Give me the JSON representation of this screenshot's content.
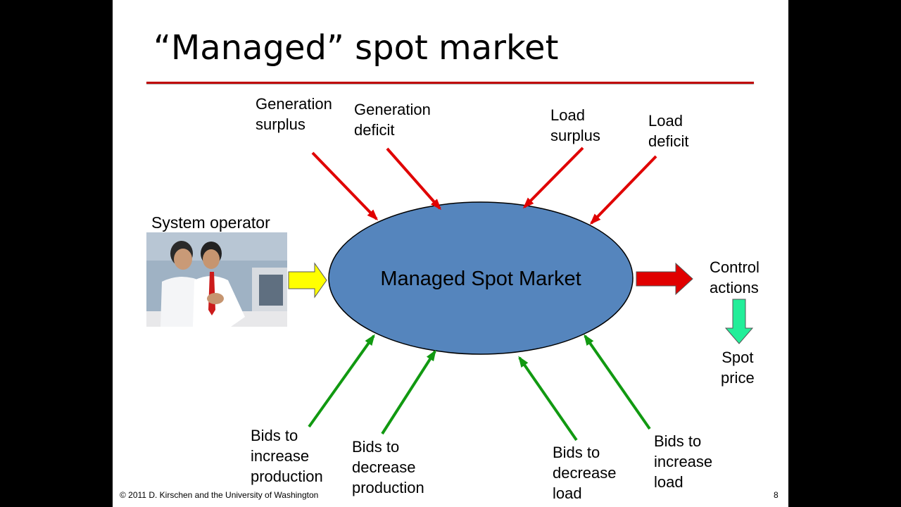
{
  "slide": {
    "title": "“Managed” spot market",
    "footer": "© 2011 D. Kirschen and the University of Washington",
    "page_number": "8"
  },
  "diagram": {
    "center_label": "Managed Spot Market",
    "operator_label": "System operator",
    "top_inputs": [
      {
        "line1": "Generation",
        "line2": "surplus"
      },
      {
        "line1": "Generation",
        "line2": "deficit"
      },
      {
        "line1": "Load",
        "line2": "surplus"
      },
      {
        "line1": "Load",
        "line2": "deficit"
      }
    ],
    "bottom_inputs": [
      {
        "line1": "Bids to",
        "line2": "increase",
        "line3": "production"
      },
      {
        "line1": "Bids to",
        "line2": "decrease",
        "line3": "production"
      },
      {
        "line1": "Bids to",
        "line2": "decrease",
        "line3": "load"
      },
      {
        "line1": "Bids to",
        "line2": "increase",
        "line3": "load"
      }
    ],
    "output": {
      "line1": "Control",
      "line2": "actions"
    },
    "price": {
      "line1": "Spot",
      "line2": "price"
    },
    "colors": {
      "ellipse_fill": "#5585bd",
      "top_arrows": "#e00000",
      "bottom_arrows": "#119911",
      "operator_arrow": "#ffff00",
      "output_arrow": "#e00000",
      "price_arrow": "#22ee99",
      "title_rule": "#c00000"
    }
  }
}
